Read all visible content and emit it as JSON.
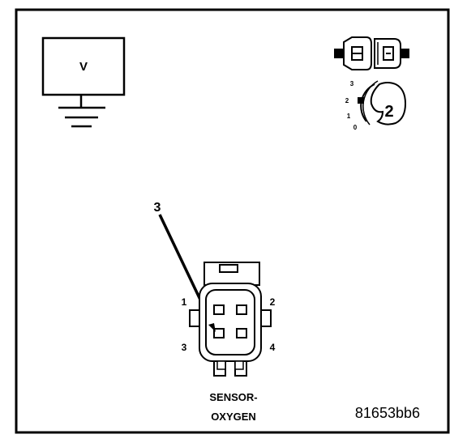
{
  "voltmeter": {
    "label": "V"
  },
  "selector": {
    "positions": [
      "3",
      "2",
      "1",
      "0"
    ],
    "selected": "2"
  },
  "callout": {
    "label": "3"
  },
  "connector": {
    "pins": [
      "1",
      "2",
      "3",
      "4"
    ],
    "name_line1": "SENSOR-",
    "name_line2": "OXYGEN"
  },
  "figure_id": "81653bb6"
}
